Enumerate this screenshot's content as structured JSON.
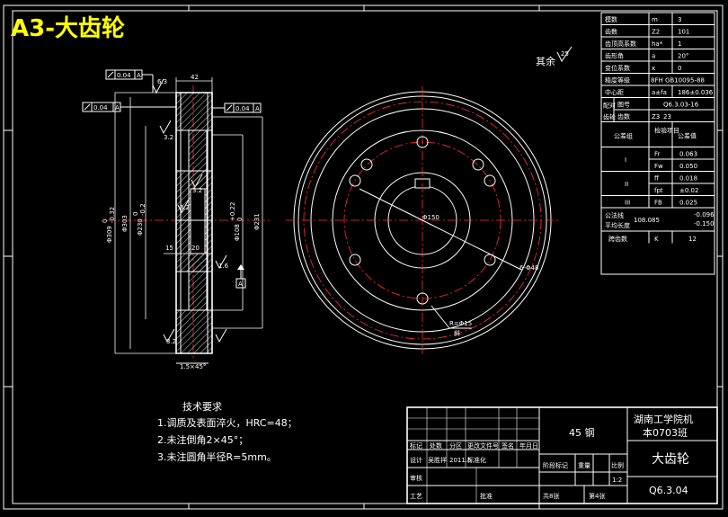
{
  "sheet_title": "A3-大齿轮",
  "surface_note": "其余",
  "surface_value": "25",
  "params": [
    {
      "name": "模数",
      "sym": "m",
      "val": "3"
    },
    {
      "name": "齿数",
      "sym": "Z2",
      "val": "101"
    },
    {
      "name": "齿顶高系数",
      "sym": "ha*",
      "val": "1"
    },
    {
      "name": "齿形角",
      "sym": "a",
      "val": "20°"
    },
    {
      "name": "变位系数",
      "sym": "x",
      "val": "0"
    },
    {
      "name": "精度等级",
      "sym": "",
      "val": "8FH GB10095-88"
    },
    {
      "name": "中心距",
      "sym": "a±fa",
      "val": "186±0.036"
    }
  ],
  "mating": {
    "label": "配对齿轮",
    "rows": [
      {
        "name": "图号",
        "val": "Q6.3.03-16"
      },
      {
        "name": "齿数",
        "sym": "Z3",
        "val": "23"
      }
    ]
  },
  "tol_header": {
    "group": "公差组",
    "item": "检验项目",
    "value": "公差值"
  },
  "tol_rows": [
    {
      "group": "I",
      "items": [
        {
          "sym": "Fr",
          "val": "0.063"
        },
        {
          "sym": "Fw",
          "val": "0.050"
        }
      ]
    },
    {
      "group": "II",
      "items": [
        {
          "sym": "ff",
          "val": "0.018"
        },
        {
          "sym": "fpt",
          "val": "±0.02"
        }
      ]
    },
    {
      "group": "III",
      "items": [
        {
          "sym": "FB",
          "val": "0.025"
        }
      ]
    }
  ],
  "norm_length": {
    "label": "公法线平均长度",
    "val": "108.085",
    "up": "-0.096",
    "low": "-0.150"
  },
  "span": {
    "label": "跨齿数",
    "sym": "K",
    "val": "12"
  },
  "tech_req": {
    "title": "技术要求",
    "items": [
      "1.调质及表面淬火，HRC=48；",
      "2.未注倒角2×45°；",
      "3.未注圆角半径R=5mm。"
    ]
  },
  "title_block": {
    "material": "45 钢",
    "school": "湖南工学院机",
    "class": "本0703班",
    "part_name": "大齿轮",
    "drawing_no": "Q6.3.04",
    "scale": "1:2",
    "stage_label": "阶段标记",
    "weight_label": "重量",
    "scale_label": "比例",
    "sheets_total": "共8张",
    "sheet_no": "第4张",
    "hdr": [
      "标记",
      "处数",
      "分区",
      "更改文件号",
      "签名",
      "年月日"
    ],
    "design": "设计",
    "designer": "吴胜祥",
    "date": "2011.5",
    "std": "标准化",
    "check": "审核",
    "process": "工艺",
    "approve": "批准"
  },
  "dims": {
    "d_tip": "Φ309",
    "d_tip_tol_up": "0",
    "d_tip_tol_low": "-0.32",
    "d_ref": "Φ303",
    "d_web": "Φ230",
    "d_web_tol_up": "0",
    "d_web_tol_low": "-0.2",
    "d_bore": "Φ108",
    "d_bore_tol_up": "+0.22",
    "d_bore_tol_low": "0",
    "d_hub": "Φ231",
    "width": "42",
    "w15": "15",
    "w20": "20",
    "chamfer": "1.5×45°",
    "hole": "6-Φ48",
    "r_mark": "R=Φ15",
    "bolt_circle": "Φ150",
    "tol1": "0.04",
    "tol1_ref": "A",
    "tol2": "0.04",
    "tol2_ref": "A",
    "tol3": "0.04",
    "tol3_ref": "A",
    "r1": "6.3",
    "r2": "3.2",
    "r3": "3.2",
    "r4": "3.2",
    "r5": "1.6",
    "r6": "3.2",
    "datum": "A",
    "note_r": "斜"
  }
}
